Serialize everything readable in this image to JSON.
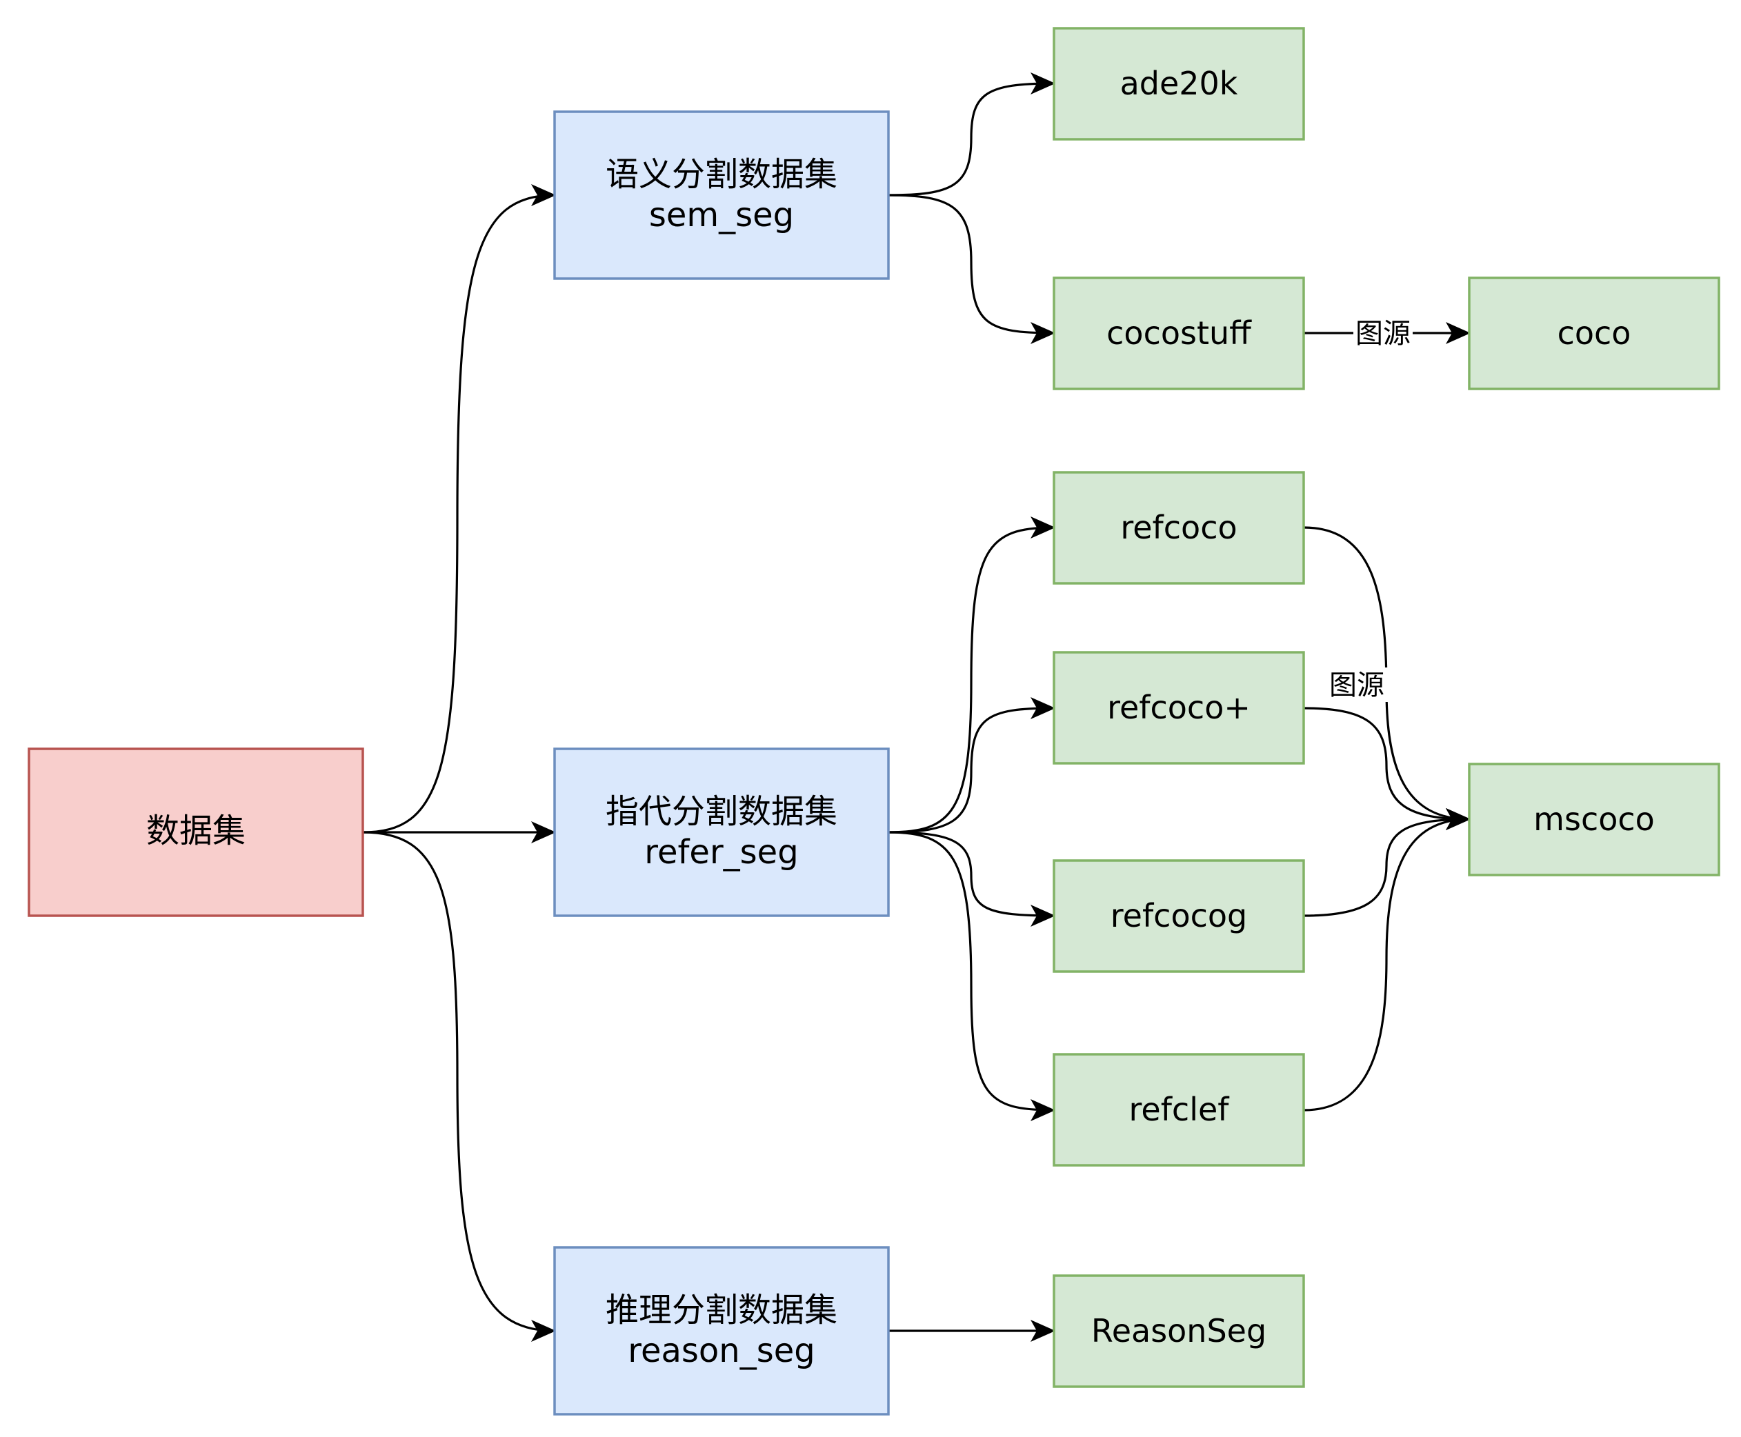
{
  "colors": {
    "root_fill": "#f8cecc",
    "root_stroke": "#b85450",
    "category_fill": "#dae8fc",
    "category_stroke": "#6c8ebf",
    "dataset_fill": "#d5e8d4",
    "dataset_stroke": "#82b366",
    "edge": "#000000"
  },
  "nodes": {
    "root": {
      "label": "数据集"
    },
    "sem_seg": {
      "line1": "语义分割数据集",
      "line2": "sem_seg"
    },
    "refer_seg": {
      "line1": "指代分割数据集",
      "line2": "refer_seg"
    },
    "reason_seg": {
      "line1": "推理分割数据集",
      "line2": "reason_seg"
    },
    "ade20k": {
      "label": "ade20k"
    },
    "cocostuff": {
      "label": "cocostuff"
    },
    "coco": {
      "label": "coco"
    },
    "refcoco": {
      "label": "refcoco"
    },
    "refcoco_plus": {
      "label": "refcoco+"
    },
    "refcocog": {
      "label": "refcocog"
    },
    "refclef": {
      "label": "refclef"
    },
    "mscoco": {
      "label": "mscoco"
    },
    "reasonseg": {
      "label": "ReasonSeg"
    }
  },
  "edge_labels": {
    "cocostuff_to_coco": "图源",
    "refs_to_mscoco": "图源"
  }
}
